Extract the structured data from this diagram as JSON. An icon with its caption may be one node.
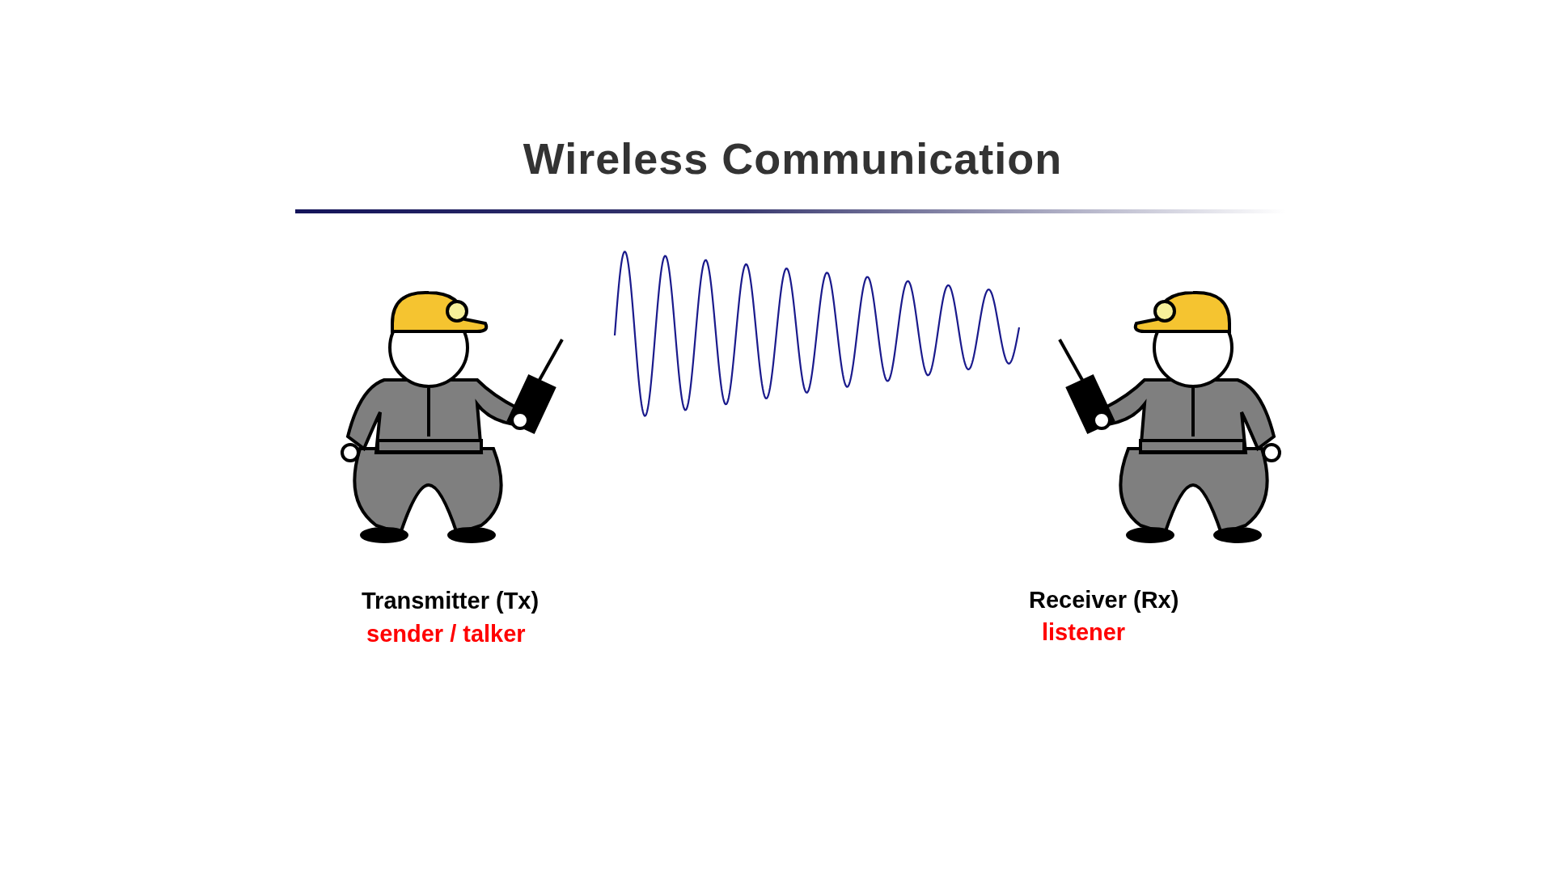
{
  "diagram": {
    "title": "Wireless Communication",
    "labels": [
      "Transmitter (Tx)",
      "sender / talker",
      "Receiver (Rx)",
      "listener"
    ]
  }
}
